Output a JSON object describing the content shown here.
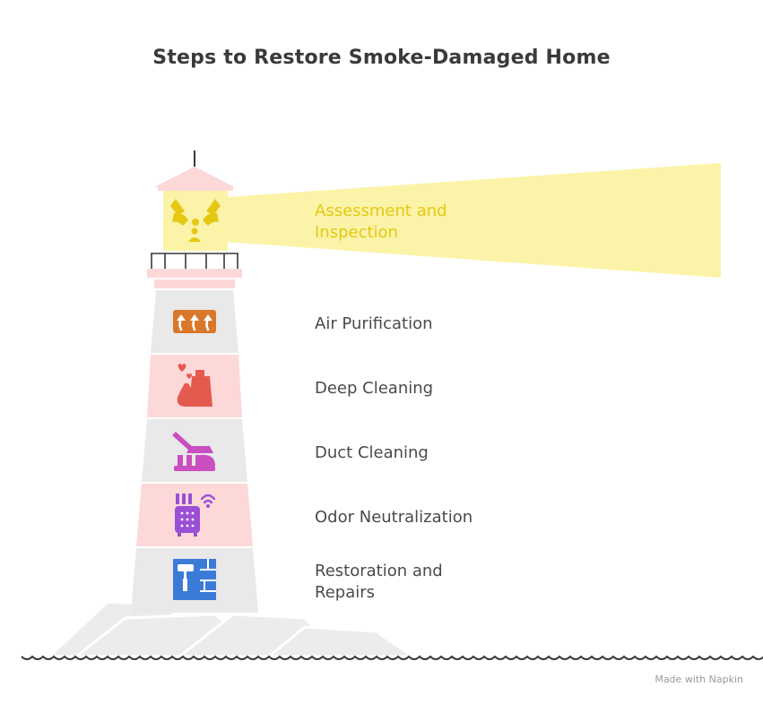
{
  "title": "Steps to Restore Smoke-Damaged Home",
  "steps": [
    {
      "label": "Assessment and Inspection",
      "icon": "radiation-hazard-icon",
      "color": "#e5c812"
    },
    {
      "label": "Air Purification",
      "icon": "air-flow-icon",
      "color": "#d9772b"
    },
    {
      "label": "Deep Cleaning",
      "icon": "cleaning-supplies-icon",
      "color": "#e45a4f"
    },
    {
      "label": "Duct Cleaning",
      "icon": "vacuum-cleaner-icon",
      "color": "#c94fc0"
    },
    {
      "label": "Odor Neutralization",
      "icon": "smart-air-purifier-icon",
      "color": "#9a4fd6"
    },
    {
      "label": "Restoration and Repairs",
      "icon": "paint-roller-wall-icon",
      "color": "#3b7bd8"
    }
  ],
  "colors": {
    "beam": "#fbf3a8",
    "lantern": "#fbf3a8",
    "band_gray": "#e9e9e9",
    "band_pink": "#fdd8d8",
    "roof": "#fdd8d8",
    "outline": "#3a3a3a"
  },
  "credit": "Made with Napkin"
}
